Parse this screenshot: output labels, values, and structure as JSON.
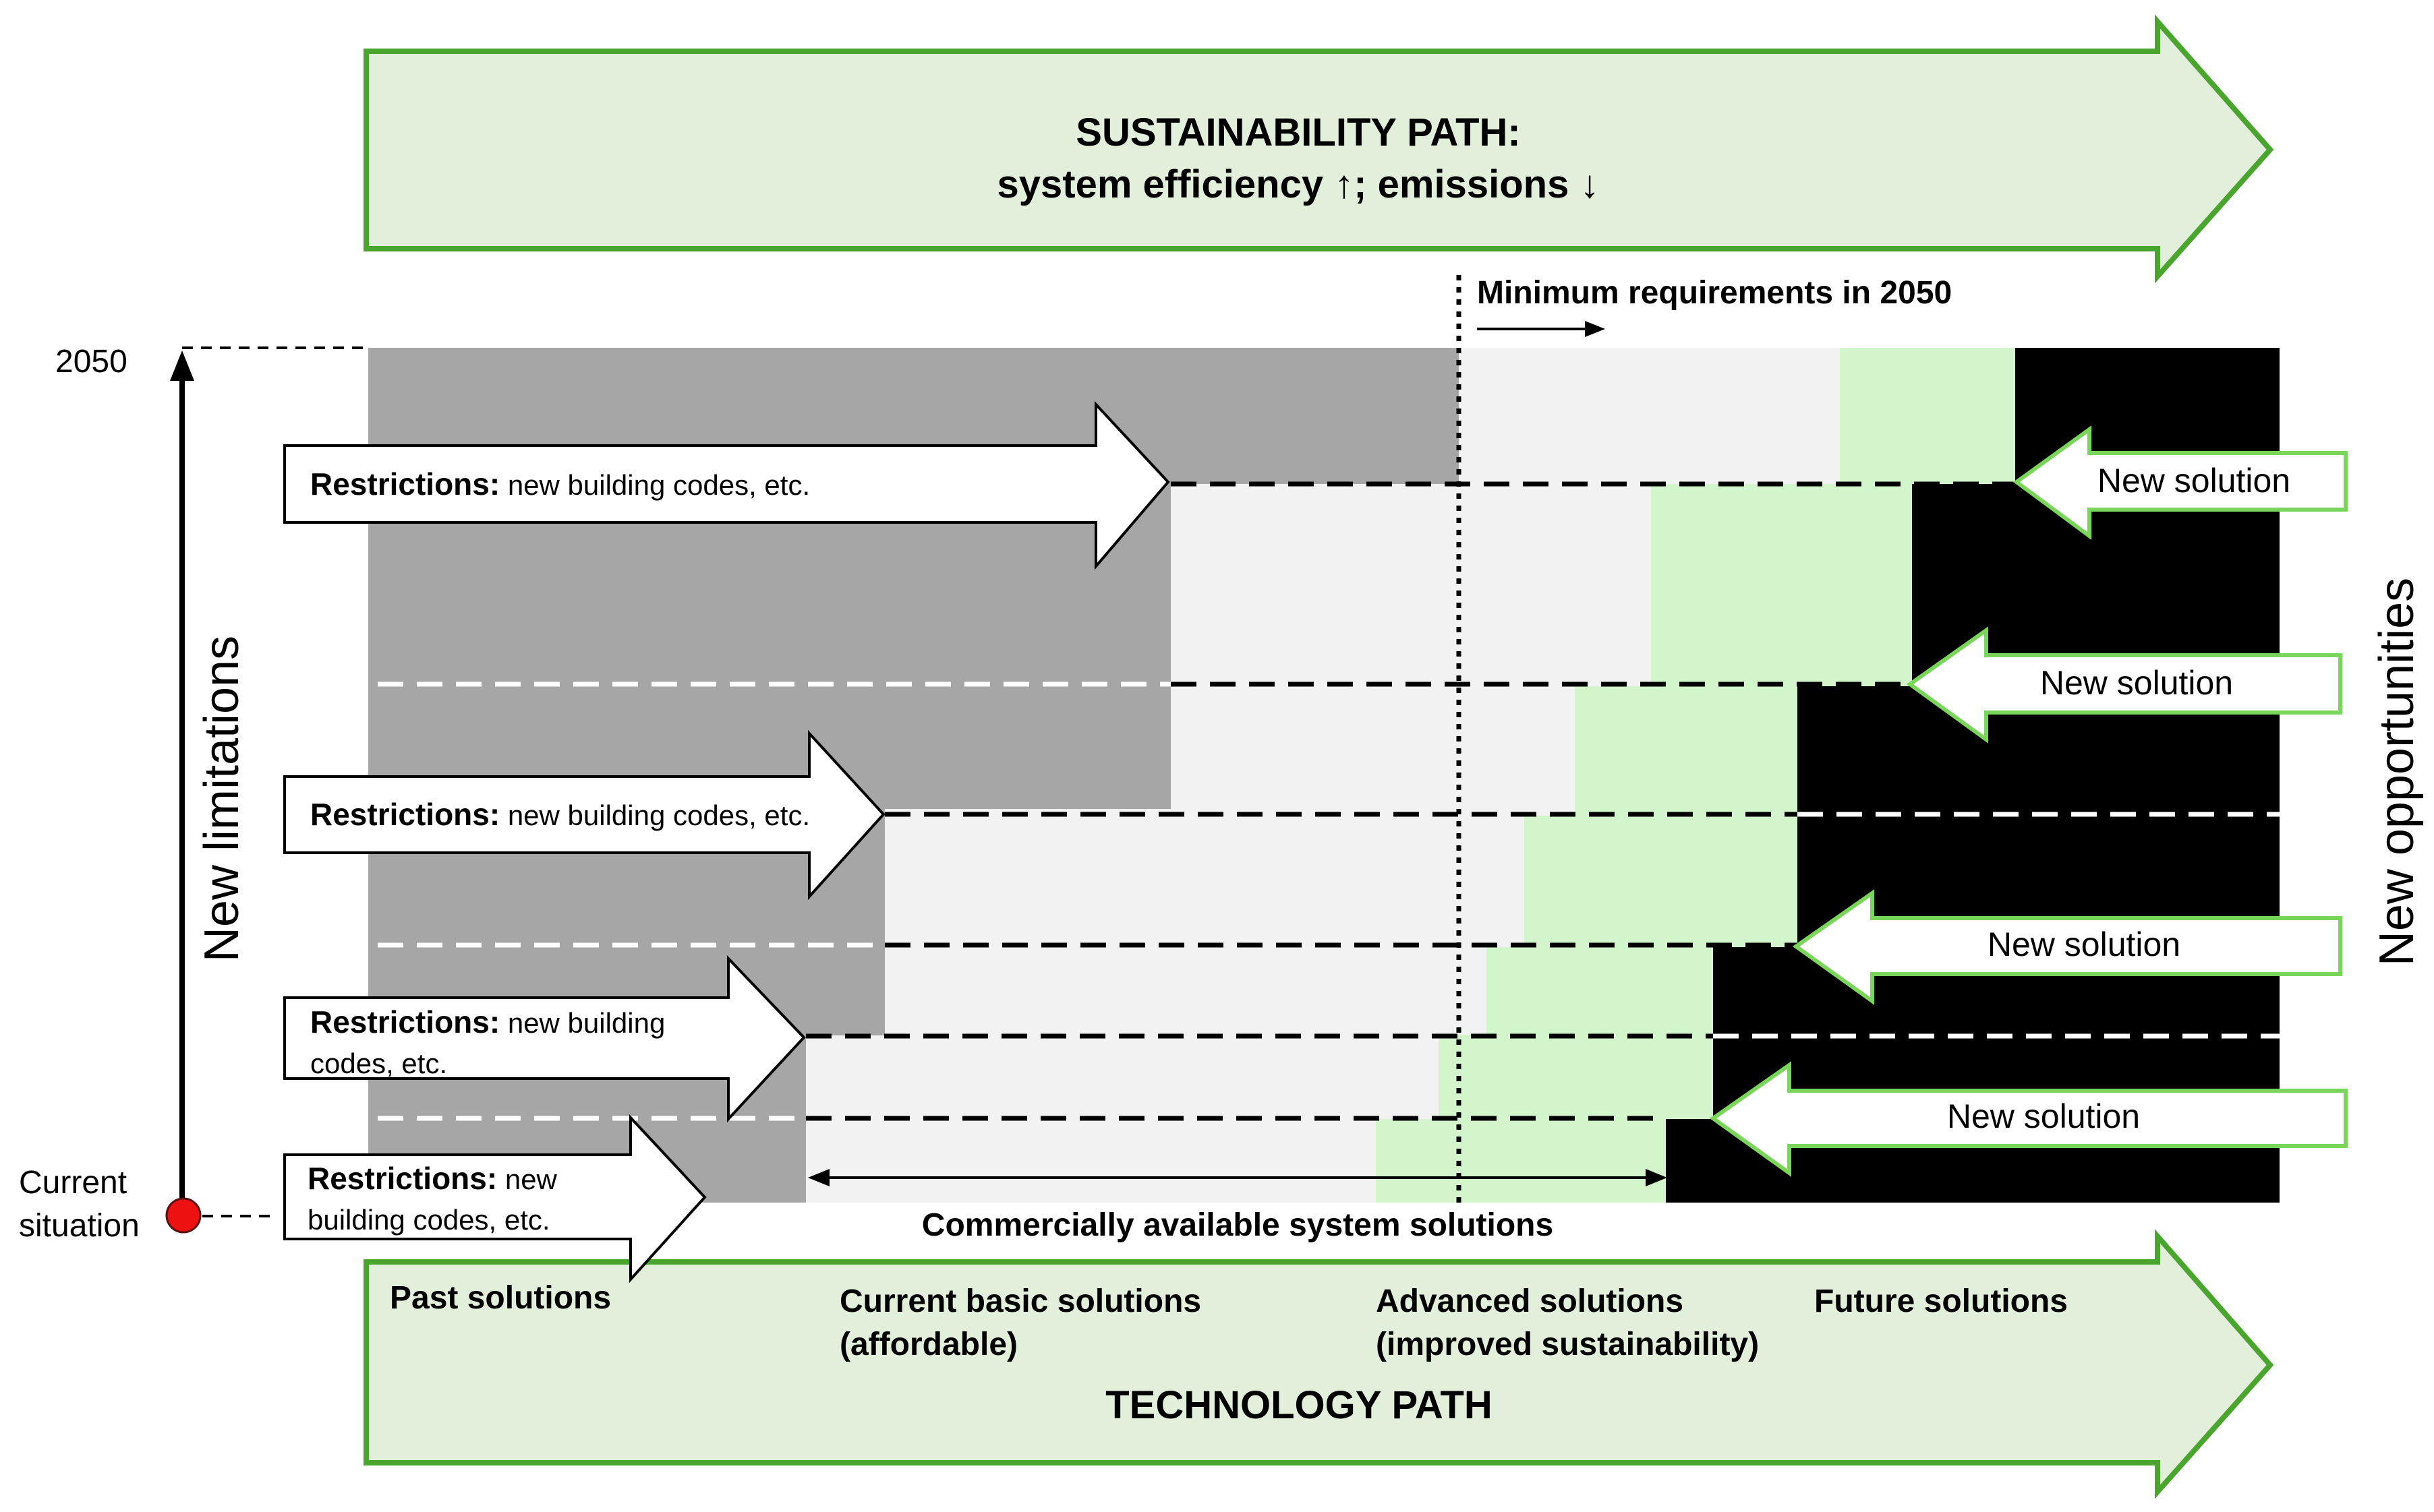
{
  "top_arrow": {
    "line1": "SUSTAINABILITY PATH:",
    "line2": "system efficiency ↑; emissions ↓"
  },
  "bottom_arrow": {
    "title": "TECHNOLOGY PATH"
  },
  "left_axis": {
    "year": "2050",
    "label": "New limitations",
    "current_line1": "Current",
    "current_line2": "situation"
  },
  "right_axis": {
    "label": "New opportunities"
  },
  "minimum_requirements": "Minimum requirements in 2050",
  "commercially_available": "Commercially available system solutions",
  "restrictions": [
    {
      "bold": "Restrictions:",
      "line1": " new building codes, etc.",
      "line2": ""
    },
    {
      "bold": "Restrictions:",
      "line1": " new building codes, etc.",
      "line2": ""
    },
    {
      "bold": "Restrictions:",
      "line1": " new building",
      "line2": "codes, etc."
    },
    {
      "bold": "Restrictions:",
      "line1": " new",
      "line2": "building codes, etc."
    }
  ],
  "new_solutions": [
    "New solution",
    "New solution",
    "New solution",
    "New solution"
  ],
  "categories": {
    "past": "Past solutions",
    "current_1": "Current basic solutions",
    "current_2": "(affordable)",
    "advanced_1": "Advanced solutions",
    "advanced_2": "(improved sustainability)",
    "future": "Future solutions"
  },
  "colors": {
    "green_fill": "#e2efda",
    "green_stroke": "#4aa52e",
    "light_green": "#d3f5cb",
    "dark_gray": "#a6a6a6",
    "light_gray": "#f2f2f2",
    "black": "#000000",
    "red_dot": "#ee1111"
  }
}
